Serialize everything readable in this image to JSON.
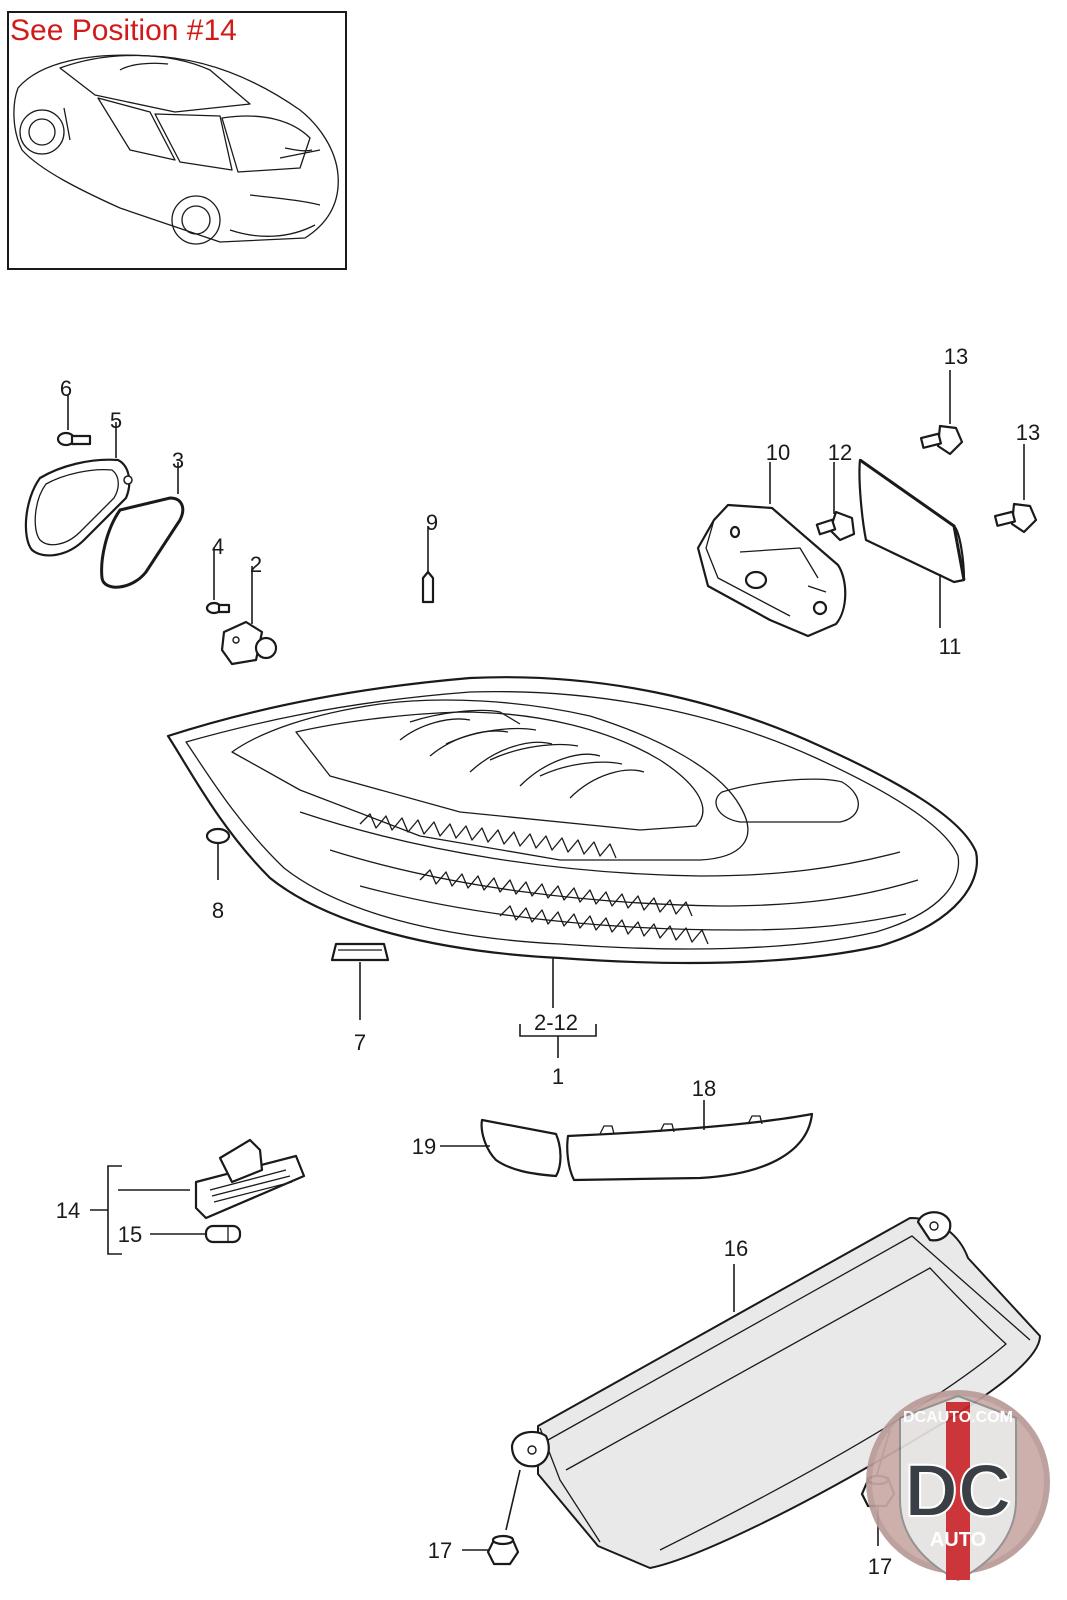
{
  "reference_box": {
    "text": "See Position #14"
  },
  "callouts": {
    "c1": "1",
    "c2": "2",
    "c2_12": "2-12",
    "c3": "3",
    "c4": "4",
    "c5": "5",
    "c6": "6",
    "c7": "7",
    "c8": "8",
    "c9": "9",
    "c10": "10",
    "c11": "11",
    "c12": "12",
    "c13a": "13",
    "c13b": "13",
    "c14": "14",
    "c15": "15",
    "c16": "16",
    "c17a": "17",
    "c17b": "17",
    "c18": "18",
    "c19": "19"
  },
  "watermark": {
    "domain": "DCAUTO.COM",
    "mark": "DC",
    "sub": "AUTO"
  }
}
